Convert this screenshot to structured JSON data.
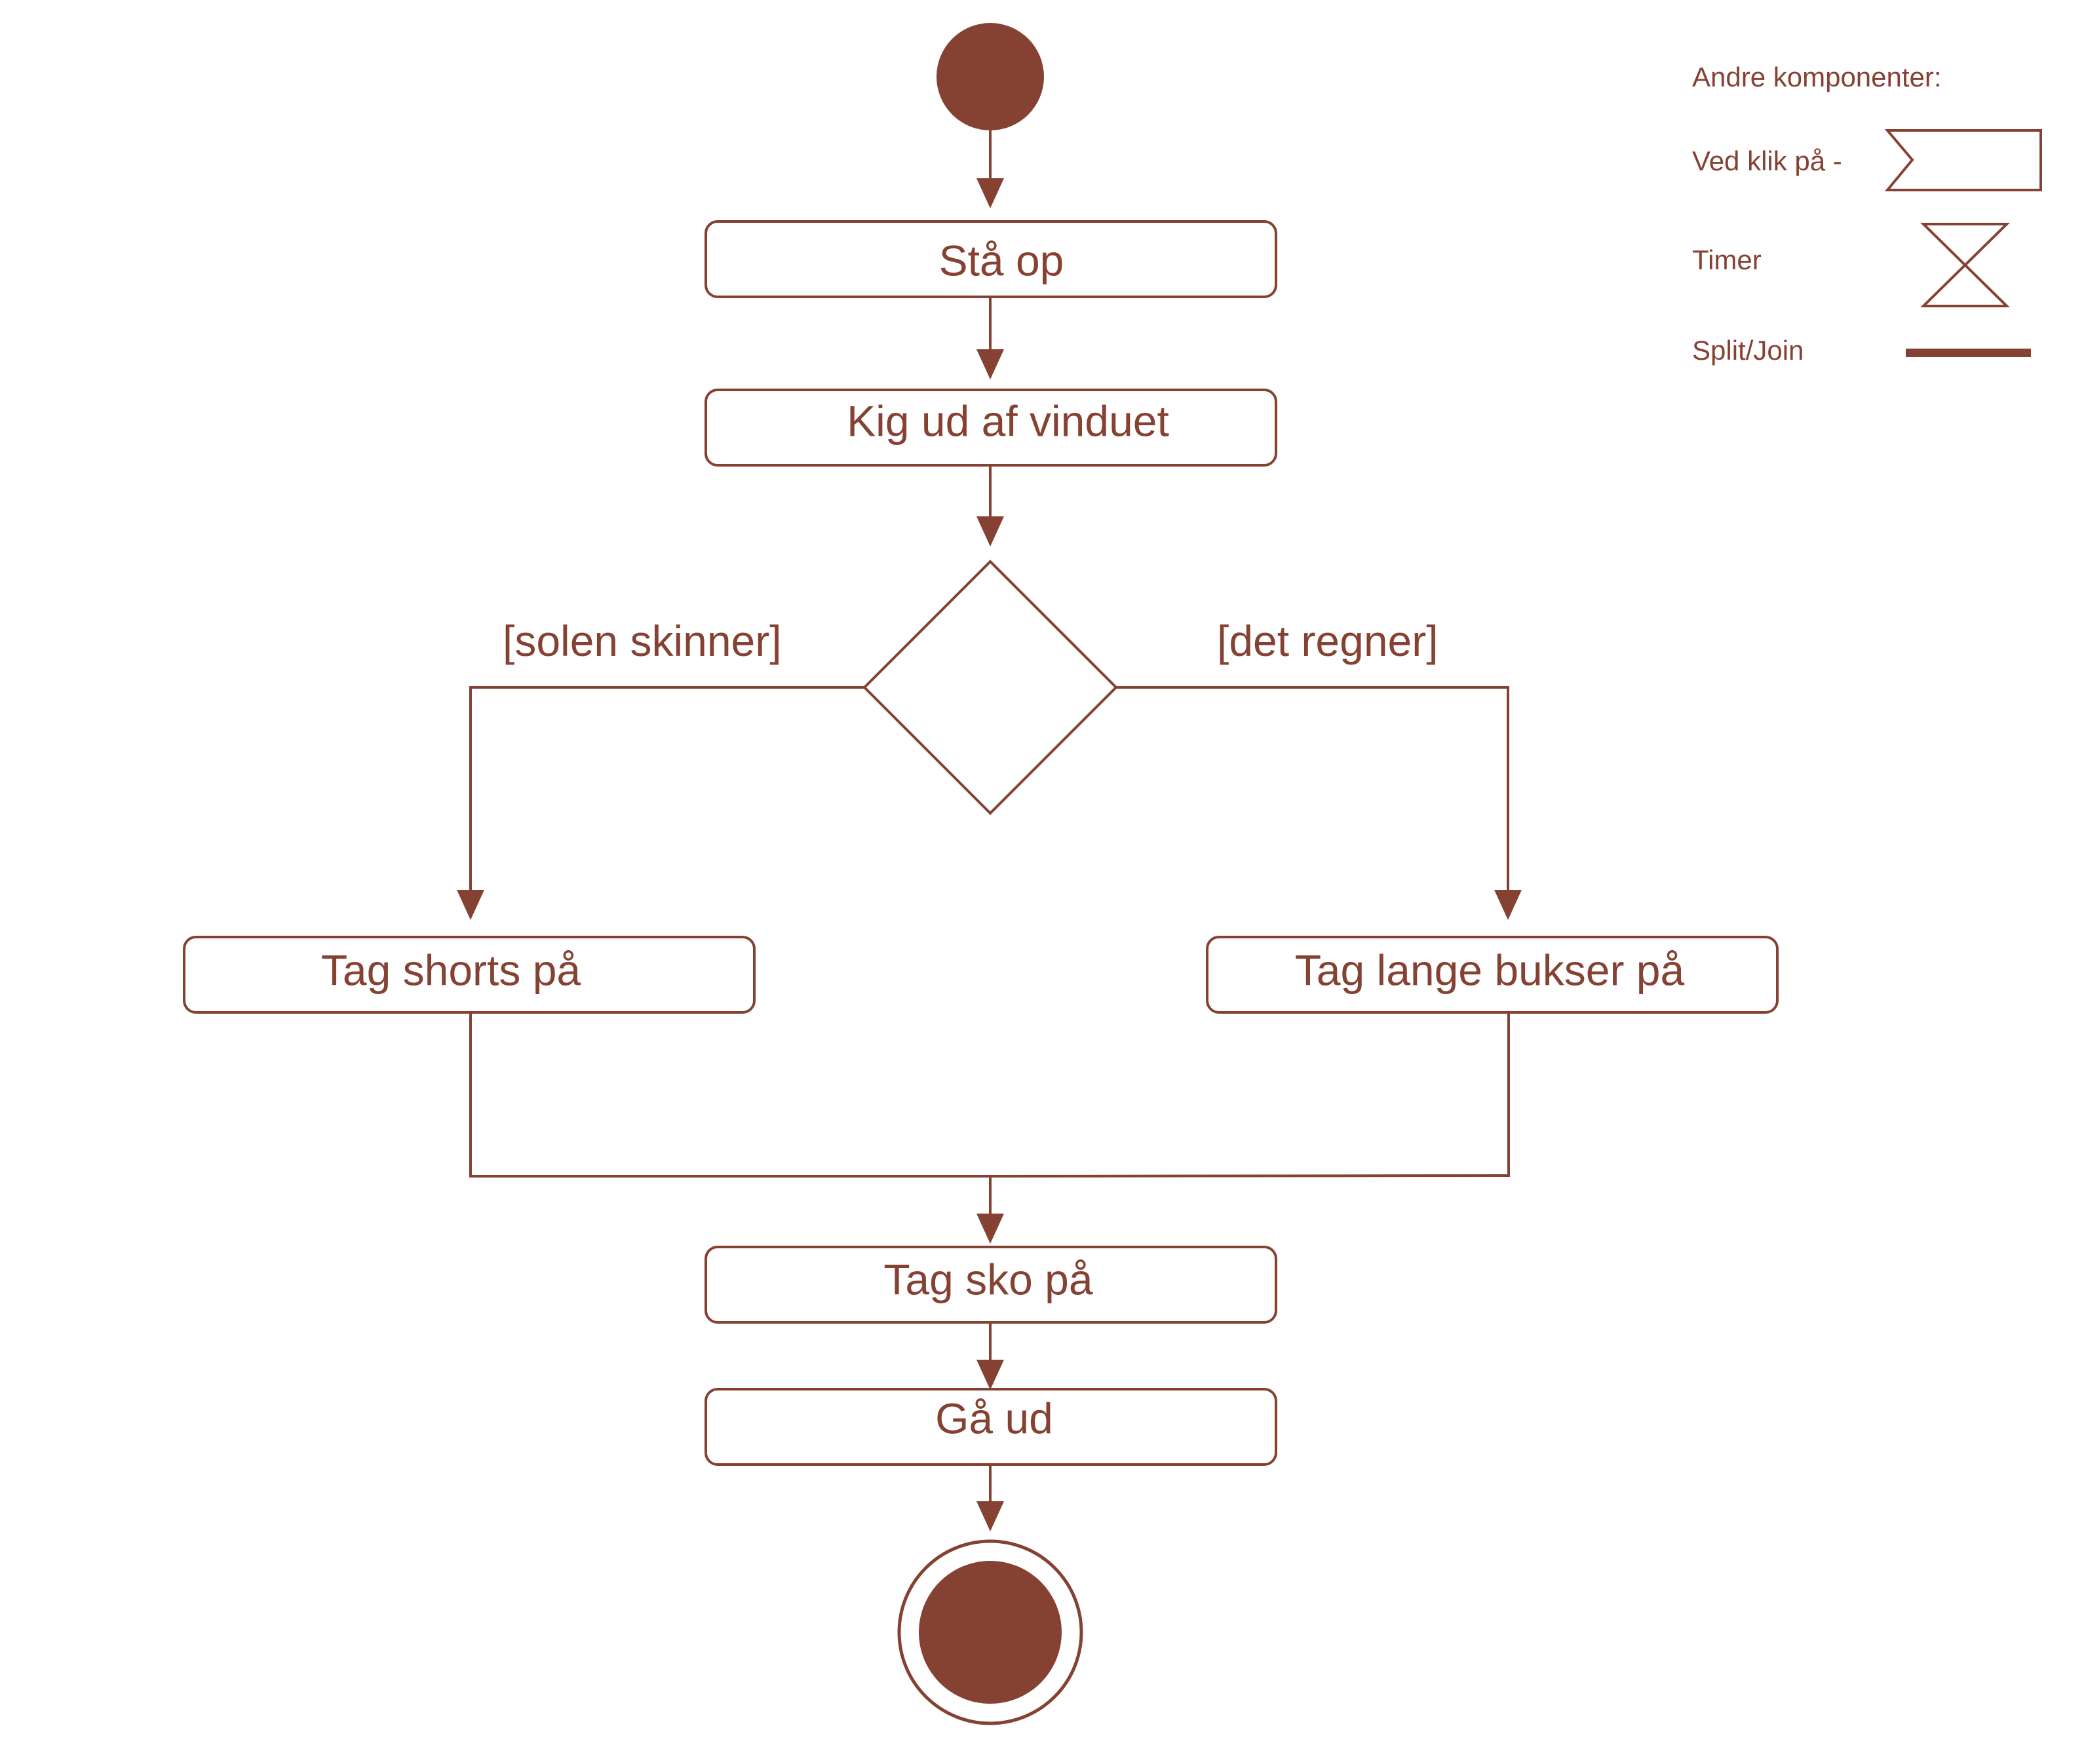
{
  "colors": {
    "accent": "#854233",
    "background": "#ffffff"
  },
  "diagram": {
    "actions": {
      "sta_op": "Stå op",
      "kig_ud": "Kig ud af vinduet",
      "shorts": "Tag shorts på",
      "bukser": "Tag lange bukser på",
      "sko": "Tag sko på",
      "ga_ud": "Gå ud"
    },
    "guards": {
      "left": "[solen skinner]",
      "right": "[det regner]"
    }
  },
  "legend": {
    "title": "Andre komponenter:",
    "items": [
      {
        "label": "Ved klik på -",
        "icon": "signal-receive-icon"
      },
      {
        "label": "Timer",
        "icon": "hourglass-icon"
      },
      {
        "label": "Split/Join",
        "icon": "fork-bar-icon"
      }
    ]
  }
}
